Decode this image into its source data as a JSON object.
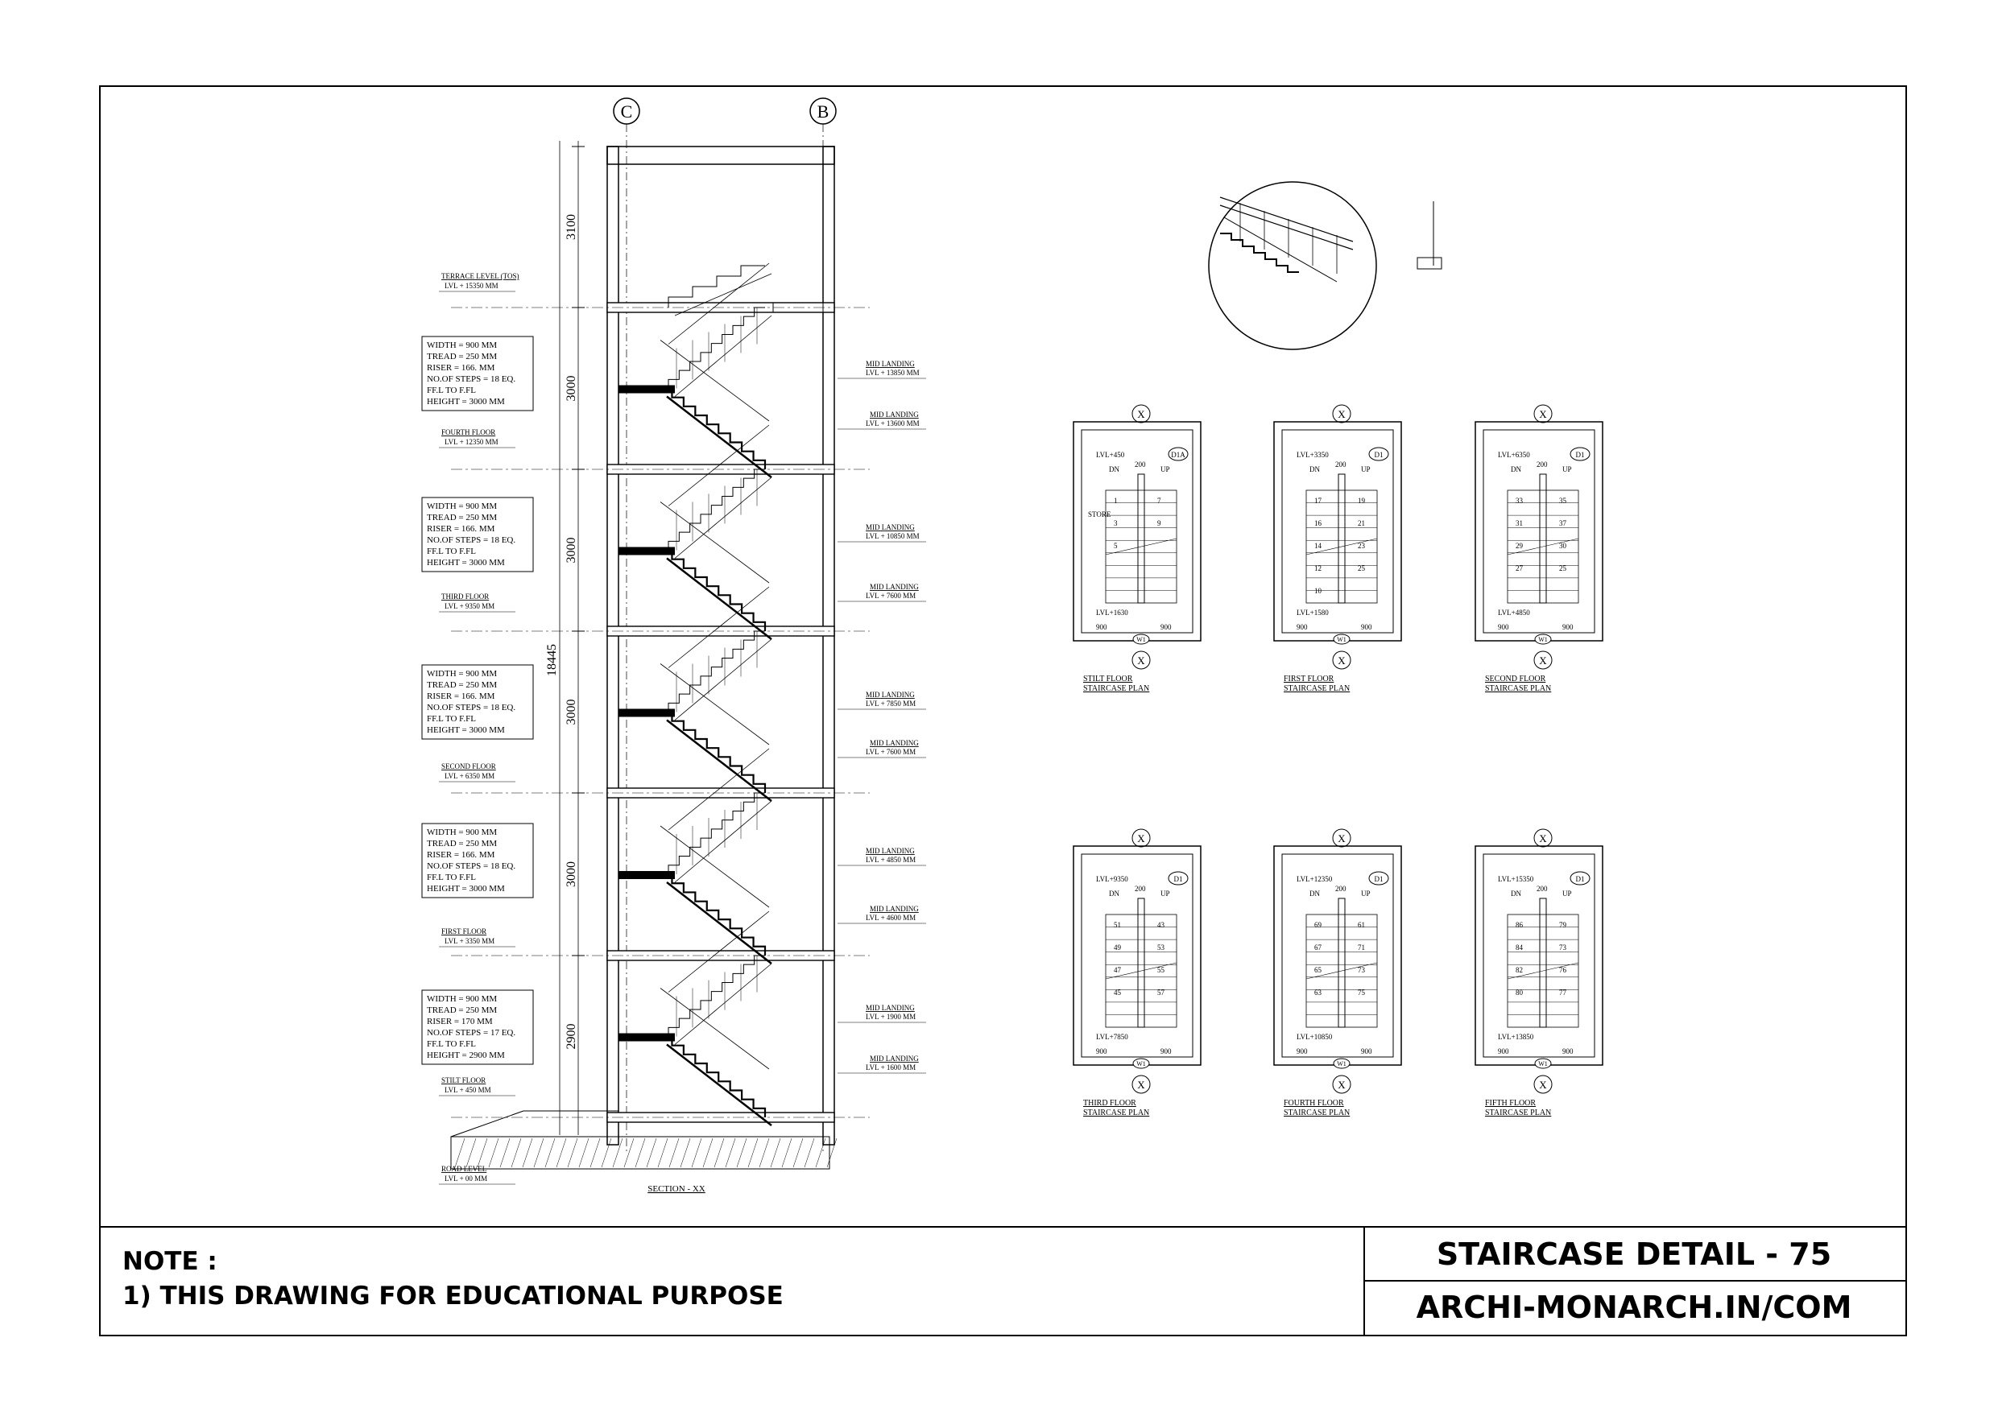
{
  "grid_labels": [
    "C",
    "B"
  ],
  "section_title": "SECTION - XX",
  "overall_height": "18445",
  "floor_heights": [
    "3100",
    "3000",
    "3000",
    "3000",
    "3000",
    "2900"
  ],
  "level_labels": [
    {
      "name": "TERRACE LEVEL (TOS)",
      "lvl": "LVL + 15350 MM"
    },
    {
      "name": "FOURTH FLOOR",
      "lvl": "LVL + 12350 MM"
    },
    {
      "name": "THIRD FLOOR",
      "lvl": "LVL + 9350 MM"
    },
    {
      "name": "SECOND FLOOR",
      "lvl": "LVL + 6350 MM"
    },
    {
      "name": "FIRST FLOOR",
      "lvl": "LVL + 3350 MM"
    },
    {
      "name": "STILT FLOOR",
      "lvl": "LVL + 450 MM"
    },
    {
      "name": "ROAD LEVEL",
      "lvl": "LVL + 00 MM"
    }
  ],
  "spec_boxes": [
    {
      "lines": [
        "WIDTH = 900 MM",
        "TREAD =  250 MM",
        "RISER =   166. MM",
        "NO.OF STEPS = 18 EQ.",
        "FF.L TO F.FL",
        "HEIGHT = 3000 MM"
      ]
    },
    {
      "lines": [
        "WIDTH = 900 MM",
        "TREAD =  250 MM",
        "RISER =   166. MM",
        "NO.OF STEPS = 18 EQ.",
        "FF.L TO F.FL",
        "HEIGHT = 3000 MM"
      ]
    },
    {
      "lines": [
        "WIDTH = 900 MM",
        "TREAD =  250 MM",
        "RISER =   166. MM",
        "NO.OF STEPS = 18 EQ.",
        "FF.L TO F.FL",
        "HEIGHT = 3000 MM"
      ]
    },
    {
      "lines": [
        "WIDTH = 900 MM",
        "TREAD =  250 MM",
        "RISER =   166. MM",
        "NO.OF STEPS = 18 EQ.",
        "FF.L TO F.FL",
        "HEIGHT = 3000 MM"
      ]
    },
    {
      "lines": [
        "WIDTH = 900 MM",
        "TREAD =   250 MM",
        "RISER =    170 MM",
        "NO.OF STEPS = 17 EQ.",
        "FF.L TO F.FL",
        "HEIGHT = 2900 MM"
      ]
    }
  ],
  "mid_landings": [
    {
      "name": "MID LANDING",
      "lvl": "LVL + 13850 MM"
    },
    {
      "name": "MID LANDING",
      "lvl": "LVL + 13600 MM"
    },
    {
      "name": "MID LANDING",
      "lvl": "LVL + 10850 MM"
    },
    {
      "name": "MID LANDING",
      "lvl": "LVL + 7600 MM"
    },
    {
      "name": "MID LANDING",
      "lvl": "LVL + 7850 MM"
    },
    {
      "name": "MID LANDING",
      "lvl": "LVL + 7600 MM"
    },
    {
      "name": "MID LANDING",
      "lvl": "LVL + 4850 MM"
    },
    {
      "name": "MID LANDING",
      "lvl": "LVL + 4600 MM"
    },
    {
      "name": "MID LANDING",
      "lvl": "LVL + 1900 MM"
    },
    {
      "name": "MID LANDING",
      "lvl": "LVL + 1600 MM"
    }
  ],
  "plans": [
    {
      "title1": "STILT FLOOR",
      "title2": "STAIRCASE PLAN",
      "lvl_top": "LVL+450",
      "lvl_bot": "LVL+1630",
      "door": "D1A",
      "extra": "STORE",
      "steps": [
        "1",
        "3",
        "5",
        "7",
        "9"
      ]
    },
    {
      "title1": "FIRST FLOOR",
      "title2": "STAIRCASE PLAN",
      "lvl_top": "LVL+3350",
      "lvl_bot": "LVL+1580",
      "door": "D1",
      "extra": "",
      "steps": [
        "17",
        "16",
        "14",
        "12",
        "10",
        "19",
        "21",
        "23",
        "25"
      ]
    },
    {
      "title1": "SECOND FLOOR",
      "title2": "STAIRCASE PLAN",
      "lvl_top": "LVL+6350",
      "lvl_bot": "LVL+4850",
      "door": "D1",
      "extra": "",
      "steps": [
        "33",
        "31",
        "29",
        "27",
        "35",
        "37",
        "30",
        "25"
      ]
    },
    {
      "title1": "THIRD FLOOR",
      "title2": "STAIRCASE PLAN",
      "lvl_top": "LVL+9350",
      "lvl_bot": "LVL+7850",
      "door": "D1",
      "extra": "",
      "steps": [
        "51",
        "49",
        "47",
        "45",
        "43",
        "53",
        "55",
        "57"
      ]
    },
    {
      "title1": "FOURTH FLOOR",
      "title2": "STAIRCASE PLAN",
      "lvl_top": "LVL+12350",
      "lvl_bot": "LVL+10850",
      "door": "D1",
      "extra": "",
      "steps": [
        "69",
        "67",
        "65",
        "63",
        "61",
        "71",
        "73",
        "75"
      ]
    },
    {
      "title1": "FIFTH FLOOR",
      "title2": "STAIRCASE PLAN",
      "lvl_top": "LVL+15350",
      "lvl_bot": "LVL+13850",
      "door": "D1",
      "extra": "",
      "steps": [
        "86",
        "84",
        "82",
        "80",
        "79",
        "73",
        "76",
        "77"
      ]
    }
  ],
  "dims": {
    "width_a": "900",
    "width_b": "900",
    "gap": "200",
    "dn": "DN",
    "up": "UP",
    "window": "W1",
    "grid": "X"
  },
  "note": {
    "heading": "NOTE :",
    "line1": "1) THIS DRAWING FOR EDUCATIONAL PURPOSE"
  },
  "title_block": {
    "title": "STAIRCASE DETAIL - 75",
    "website": "ARCHI-MONARCH.IN/COM"
  }
}
